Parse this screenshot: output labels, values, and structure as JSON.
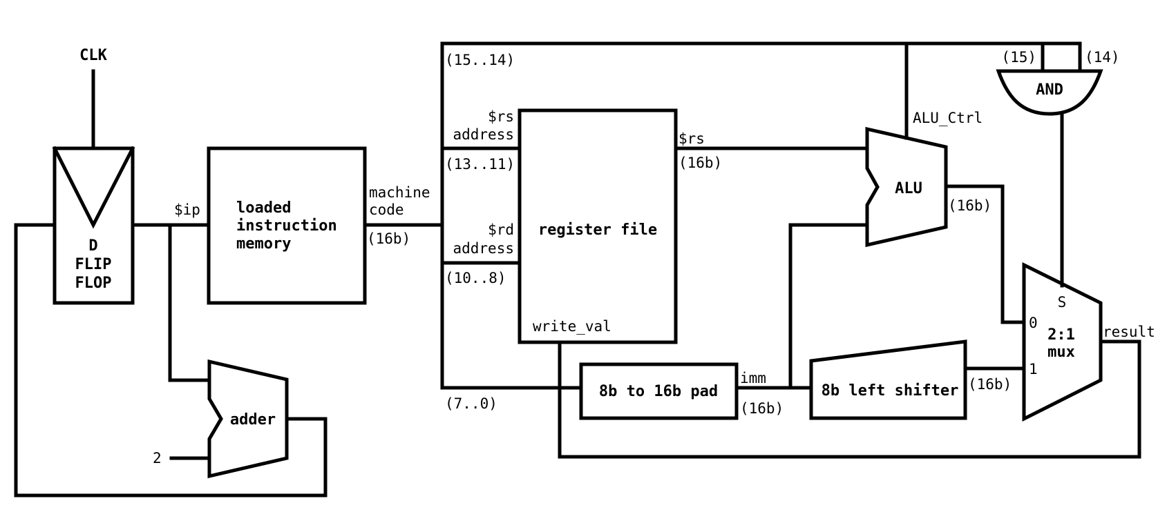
{
  "blocks": {
    "clk": "CLK",
    "dff": [
      "D",
      "FLIP",
      "FLOP"
    ],
    "imem": [
      "loaded",
      "instruction",
      "memory"
    ],
    "regfile": "register file",
    "alu": "ALU",
    "adder": "adder",
    "pad": "8b to 16b pad",
    "shifter": "8b left shifter",
    "mux": [
      "2:1",
      "mux"
    ],
    "mux_sel": "S",
    "mux_in0": "0",
    "mux_in1": "1",
    "and_gate": "AND"
  },
  "labels": {
    "ip": "$ip",
    "machine_code": [
      "machine",
      "code"
    ],
    "width_16b": "(16b)",
    "bits_15_14": "(15..14)",
    "bits_13_11": "(13..11)",
    "bits_10_8": "(10..8)",
    "bits_7_0": "(7..0)",
    "rs_address": [
      "$rs",
      "address"
    ],
    "rd_address": [
      "$rd",
      "address"
    ],
    "rs_out": "$rs",
    "write_val": "write_val",
    "alu_ctrl": "ALU_Ctrl",
    "imm": "imm",
    "result": "result",
    "bit15": "(15)",
    "bit14": "(14)",
    "const_two": "2"
  }
}
